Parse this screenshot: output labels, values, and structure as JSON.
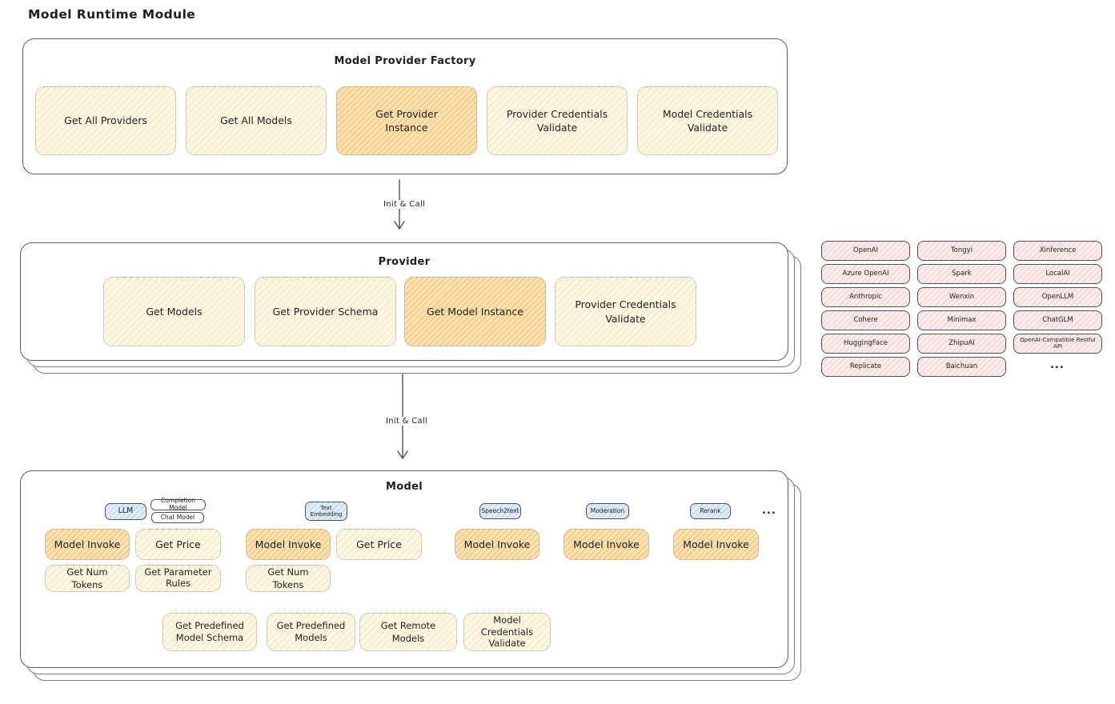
{
  "title": "Model Runtime Module",
  "arrows": {
    "arrow1": "Init & Call",
    "arrow2": "Init & Call"
  },
  "factory": {
    "title": "Model Provider Factory",
    "boxes": [
      {
        "label": "Get All Providers",
        "highlight": false
      },
      {
        "label": "Get All Models",
        "highlight": false
      },
      {
        "label": "Get Provider Instance",
        "highlight": true
      },
      {
        "label": "Provider Credentials Validate",
        "highlight": false
      },
      {
        "label": "Model Credentials Validate",
        "highlight": false
      }
    ]
  },
  "provider": {
    "title": "Provider",
    "boxes": [
      {
        "label": "Get Models",
        "highlight": false
      },
      {
        "label": "Get Provider Schema",
        "highlight": false
      },
      {
        "label": "Get Model Instance",
        "highlight": true
      },
      {
        "label": "Provider Credentials Validate",
        "highlight": false
      }
    ]
  },
  "providers_grid": {
    "cells": [
      "OpenAI",
      "Tongyi",
      "Xinference",
      "Azure OpenAI",
      "Spark",
      "LocalAI",
      "Anthropic",
      "Wenxin",
      "OpenLLM",
      "Cohere",
      "Minimax",
      "ChatGLM",
      "HuggingFace",
      "ZhipuAI",
      "OpenAI-Compatible Restful API",
      "Replicate",
      "Baichuan"
    ],
    "ellipsis": "..."
  },
  "model": {
    "title": "Model",
    "tabs": {
      "llm": "LLM",
      "completion": "Completion Model",
      "chat": "Chat Model",
      "text_embedding": "Text Embedding",
      "speech2text": "Speech2text",
      "moderation": "Moderation",
      "rerank": "Rerank",
      "ellipsis": "..."
    },
    "actions": {
      "model_invoke": "Model Invoke",
      "get_price": "Get Price",
      "get_num_tokens": "Get Num Tokens",
      "get_parameter_rules": "Get Parameter Rules"
    },
    "bottom": [
      "Get Predefined Model Schema",
      "Get Predefined Models",
      "Get Remote Models",
      "Model Credentials Validate"
    ]
  },
  "colors": {
    "cream_fill": "#fdf8e6",
    "highlight_fill": "#fae3b4",
    "blue_fill": "#e1eefa",
    "pink_fill": "#fdecec",
    "ink": "#1f1f1f"
  }
}
